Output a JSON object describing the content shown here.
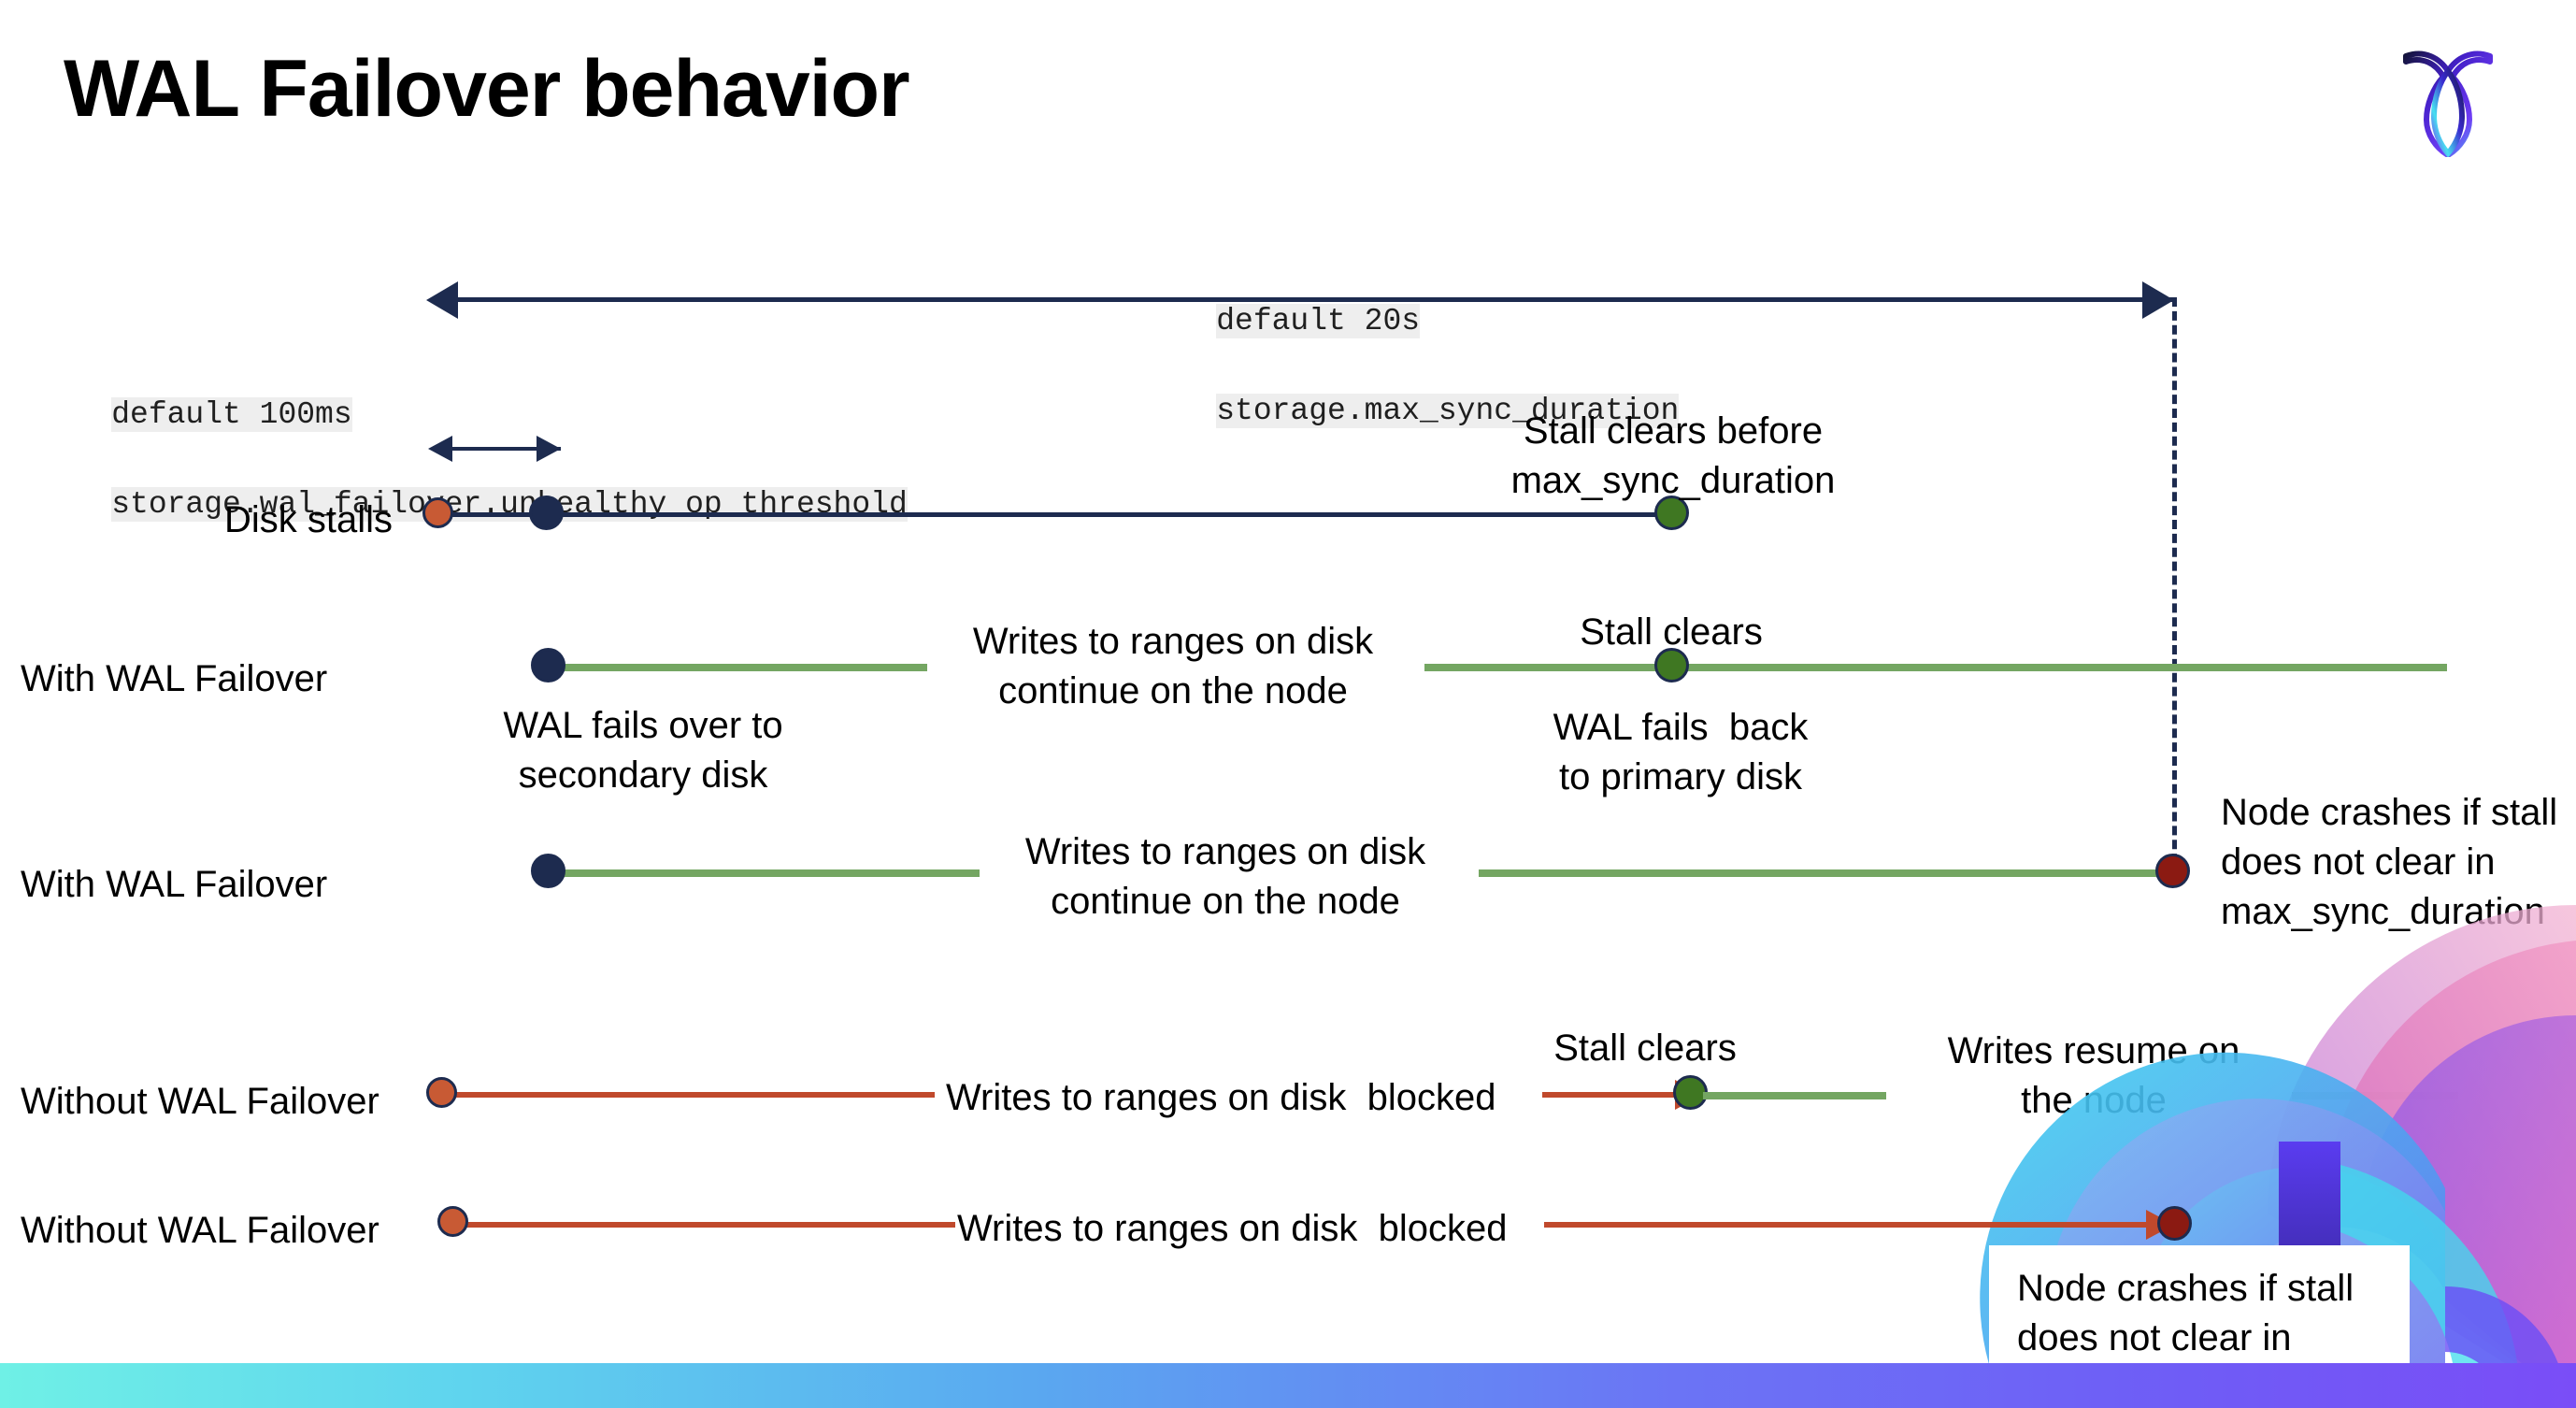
{
  "slide": {
    "title": "WAL Failover behavior",
    "logo_icon": "cockroachdb-logo-icon"
  },
  "settings": {
    "max_sync": {
      "default_line": "default 20s",
      "setting_line": "storage.max_sync_duration"
    },
    "unhealthy_op": {
      "default_line": "default 100ms",
      "setting_line": "storage.wal_failover.unhealthy_op_threshold"
    }
  },
  "rows": {
    "disk_stalls": {
      "label": "Disk stalls",
      "annotation": "Stall clears before\nmax_sync_duration"
    },
    "with_failover_1": {
      "label": "With WAL Failover",
      "note_writes": "Writes to ranges on disk\ncontinue on the node",
      "note_stall_clears": "Stall clears",
      "note_failover": "WAL fails over to\nsecondary disk",
      "note_failback": "WAL fails  back\nto primary disk"
    },
    "with_failover_2": {
      "label": "With WAL Failover",
      "note_writes": "Writes to ranges on disk\ncontinue on the node",
      "note_crash": "Node crashes if stall\ndoes not clear in\nmax_sync_duration"
    },
    "without_failover_1": {
      "label": "Without WAL Failover",
      "note_blocked": "Writes to ranges on disk  blocked",
      "note_stall_clears": "Stall clears",
      "note_resume": "Writes resume on\nthe node"
    },
    "without_failover_2": {
      "label": "Without WAL Failover",
      "note_blocked": "Writes to ranges on disk  blocked",
      "note_crash": "Node crashes if stall\ndoes not clear in\nmax_sync_duration"
    }
  },
  "colors": {
    "navy": "#1d2b4f",
    "green_line": "#74a662",
    "green_dot": "#3f7722",
    "red_line": "#c0492c",
    "orange_dot": "#c85a34",
    "dark_red_dot": "#8b1a12",
    "code_bg": "#eeeeee",
    "bar_gradient_start": "#6ff0e6",
    "bar_gradient_end": "#7a4df7"
  },
  "markers": {
    "stall_start": "stall-start-marker",
    "failover_trigger": "failover-trigger-marker",
    "stall_clear": "stall-clear-marker",
    "node_crash": "node-crash-marker"
  }
}
